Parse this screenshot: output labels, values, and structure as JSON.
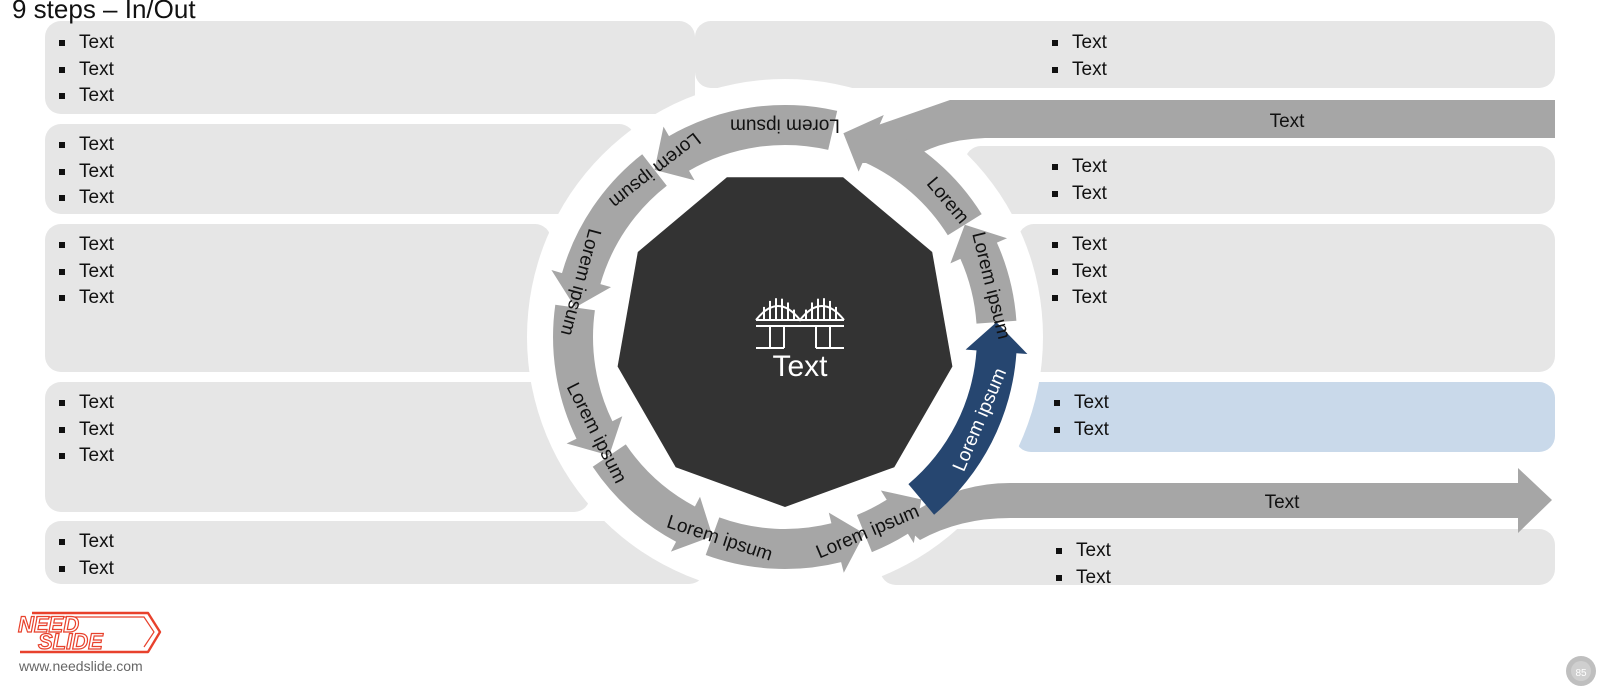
{
  "title": "9 steps – In/Out",
  "center": {
    "label": "Text",
    "icon": "bridge-icon",
    "color": "#333333"
  },
  "cycle_steps": [
    {
      "label": "Lorem ipsum"
    },
    {
      "label": "Lorem ipsum"
    },
    {
      "label": "Lorem ipsum"
    },
    {
      "label": "Lorem ipsum"
    },
    {
      "label": "Lorem ipsum"
    },
    {
      "label": "Lorem ipsum"
    },
    {
      "label": "Lorem ipsum"
    },
    {
      "label": "Lorem ipsum"
    },
    {
      "label": "Lorem"
    }
  ],
  "arrows": {
    "input_label": "Text",
    "output_label": "Text"
  },
  "left_panels": [
    {
      "bullets": [
        "Text",
        "Text",
        "Text"
      ]
    },
    {
      "bullets": [
        "Text",
        "Text",
        "Text"
      ]
    },
    {
      "bullets": [
        "Text",
        "Text",
        "Text"
      ]
    },
    {
      "bullets": [
        "Text",
        "Text",
        "Text"
      ]
    },
    {
      "bullets": [
        "Text",
        "Text"
      ]
    }
  ],
  "right_panels": [
    {
      "bullets": [
        "Text",
        "Text"
      ]
    },
    {
      "bullets": [
        "Text",
        "Text"
      ]
    },
    {
      "bullets": [
        "Text",
        "Text",
        "Text"
      ]
    },
    {
      "bullets": [
        "Text",
        "Text"
      ],
      "highlighted": true
    },
    {
      "bullets": [
        "Text",
        "Text"
      ]
    }
  ],
  "branding": {
    "logo_text": [
      "NEED",
      "SLIDE"
    ],
    "url": "www.needslide.com",
    "page_number": "85"
  },
  "colors": {
    "panel": "#e6e6e6",
    "highlight_panel": "#c9d9ea",
    "arrow": "#a6a6a6",
    "accent_arrow": "#264670",
    "logo": "#e8412c"
  }
}
